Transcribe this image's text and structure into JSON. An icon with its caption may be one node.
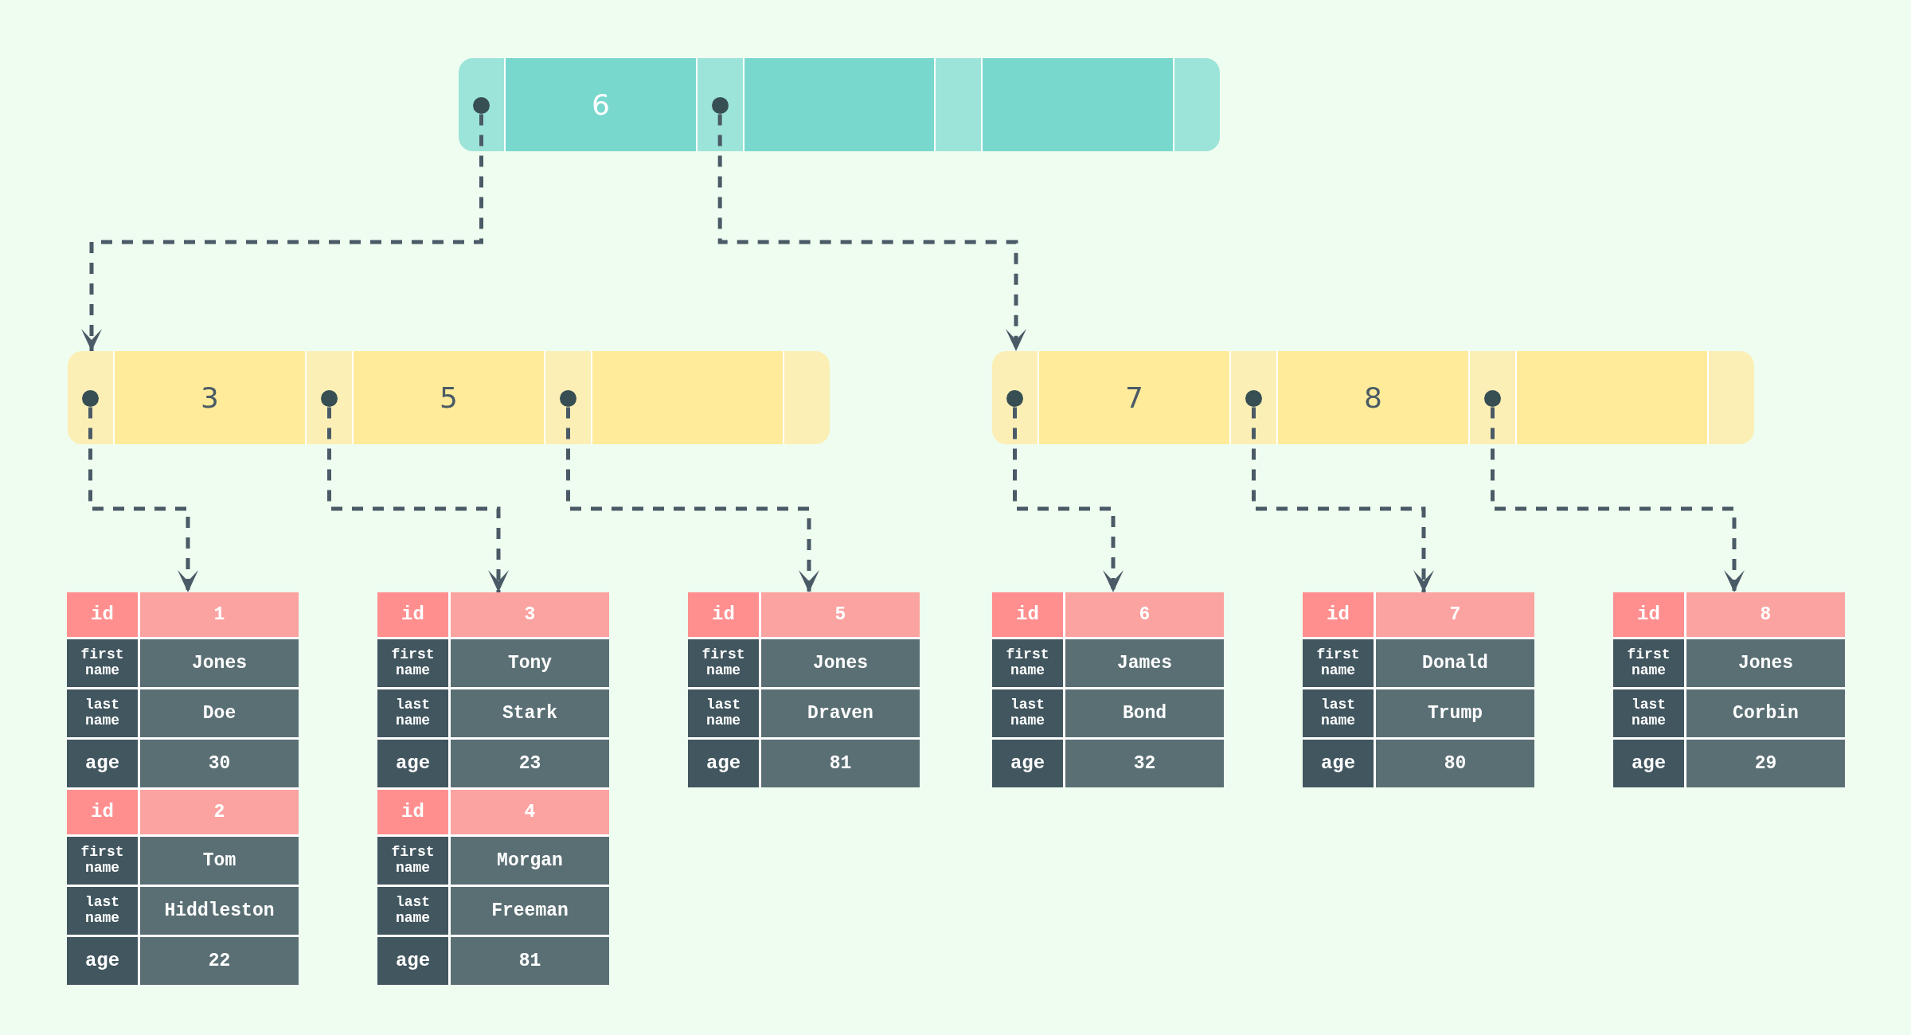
{
  "diagram": {
    "nodes": [
      {
        "text": [
          "6"
        ]
      },
      {
        "text": [
          "3",
          "5"
        ]
      },
      {
        "text": [
          "7",
          "8"
        ]
      },
      {
        "text": [
          "id",
          "1",
          "first name",
          "Jones",
          "last name",
          "Doe",
          "age",
          "30",
          "id",
          "2",
          "first name",
          "Tom",
          "last name",
          "Hiddleston",
          "age",
          "22"
        ]
      },
      {
        "text": [
          "id",
          "3",
          "first name",
          "Tony",
          "last name",
          "Stark",
          "age",
          "23",
          "id",
          "4",
          "first name",
          "Morgan",
          "last name",
          "Freeman",
          "age",
          "81"
        ]
      },
      {
        "text": [
          "id",
          "5",
          "first name",
          "Jones",
          "last name",
          "Draven",
          "age",
          "81"
        ]
      },
      {
        "text": [
          "id",
          "6",
          "first name",
          "James",
          "last name",
          "Bond",
          "age",
          "32"
        ]
      },
      {
        "text": [
          "id",
          "7",
          "first name",
          "Donald",
          "last name",
          "Trump",
          "age",
          "80"
        ]
      },
      {
        "text": [
          "id",
          "8",
          "first name",
          "Jones",
          "last name",
          "Corbin",
          "age",
          "29"
        ]
      }
    ],
    "edges": [
      {
        "from": 0,
        "to": 1,
        "arrow": "to",
        "style": "dashed"
      },
      {
        "from": 0,
        "to": 2,
        "arrow": "to",
        "style": "dashed"
      },
      {
        "from": 1,
        "to": 3,
        "arrow": "to",
        "style": "dashed"
      },
      {
        "from": 1,
        "to": 4,
        "arrow": "to",
        "style": "dashed"
      },
      {
        "from": 1,
        "to": 5,
        "arrow": "to",
        "style": "dashed"
      },
      {
        "from": 2,
        "to": 6,
        "arrow": "to",
        "style": "dashed"
      },
      {
        "from": 2,
        "to": 7,
        "arrow": "to",
        "style": "dashed"
      },
      {
        "from": 2,
        "to": 8,
        "arrow": "to",
        "style": "dashed"
      }
    ]
  }
}
